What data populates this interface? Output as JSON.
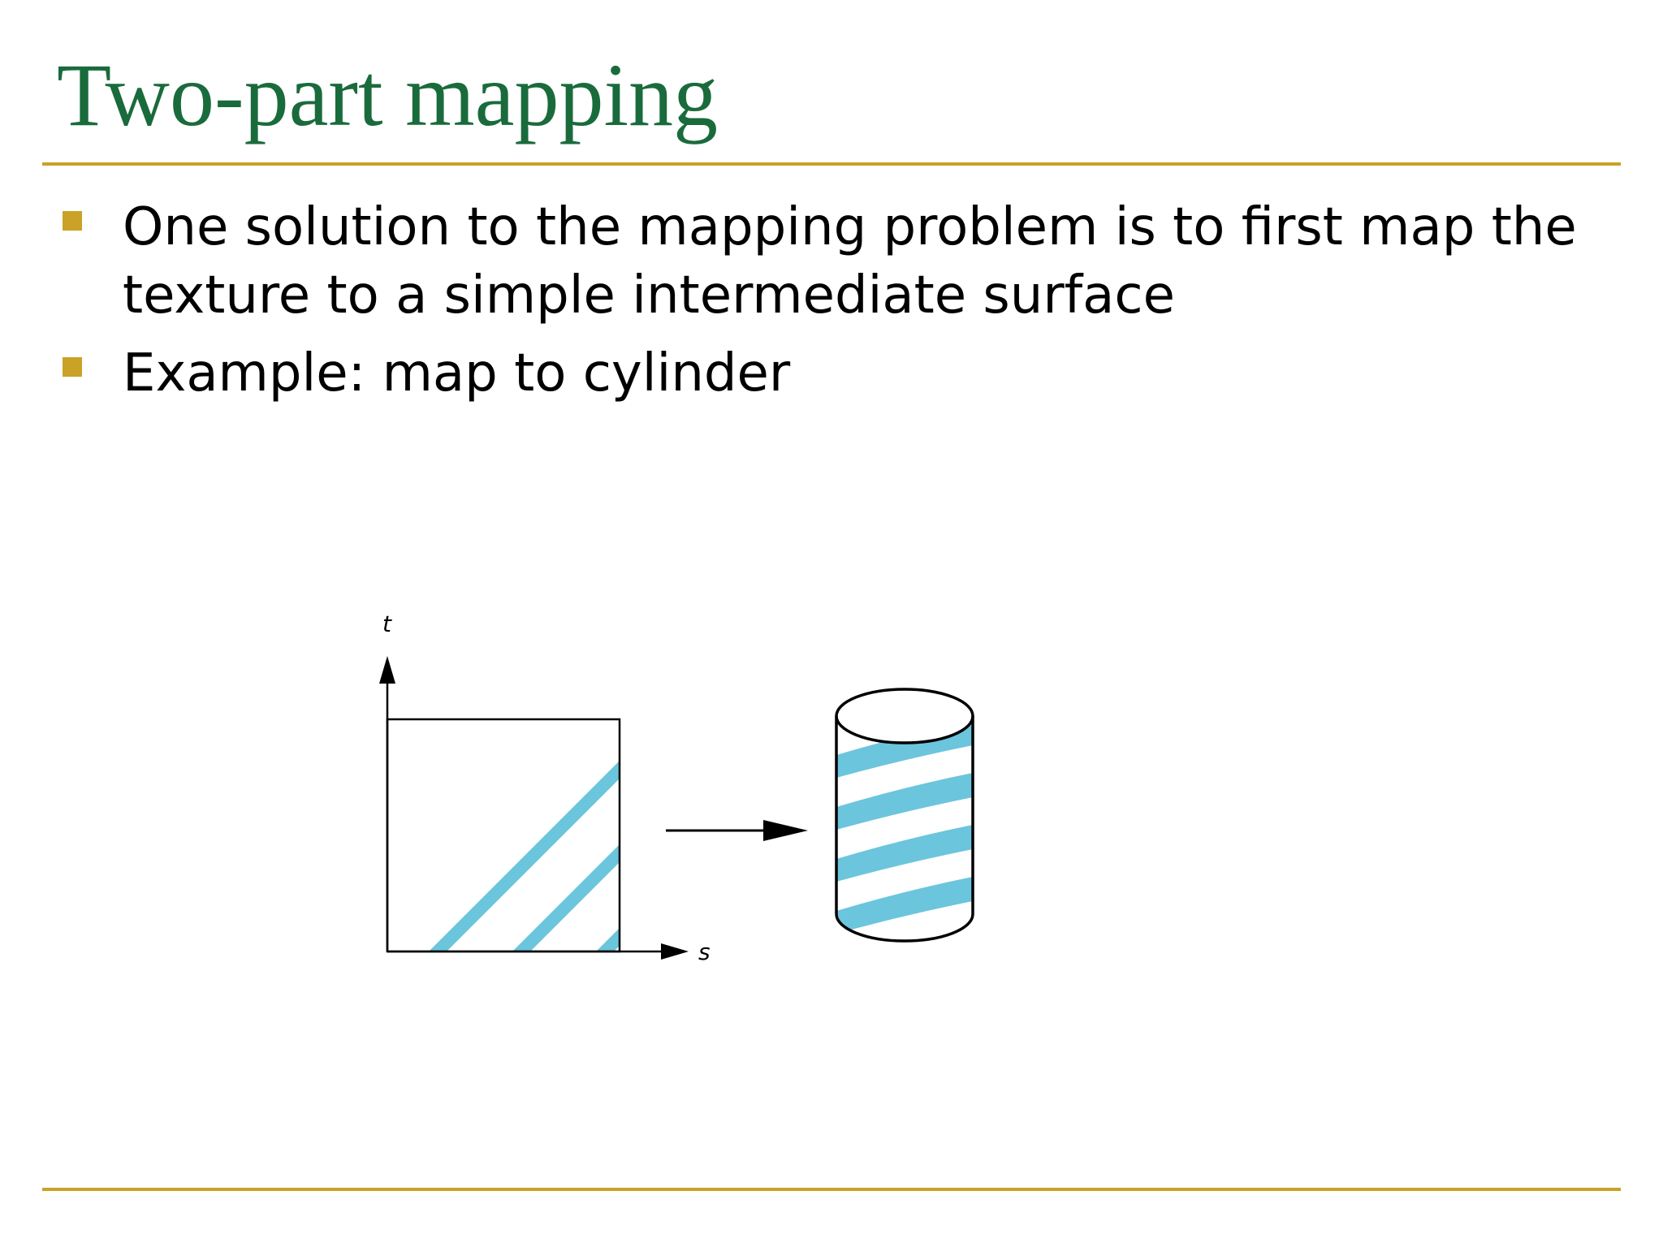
{
  "slide": {
    "title": "Two-part mapping",
    "bullets": [
      "One solution to the mapping problem is to first map the texture to a simple intermediate surface",
      "Example: map to cylinder"
    ]
  },
  "figure": {
    "axis_t": "t",
    "axis_s": "s"
  },
  "colors": {
    "title": "#1a6b3c",
    "rule": "#c9a227",
    "bullet_marker": "#c9a227",
    "stripe": "#6bc5dc",
    "ink": "#000000"
  }
}
